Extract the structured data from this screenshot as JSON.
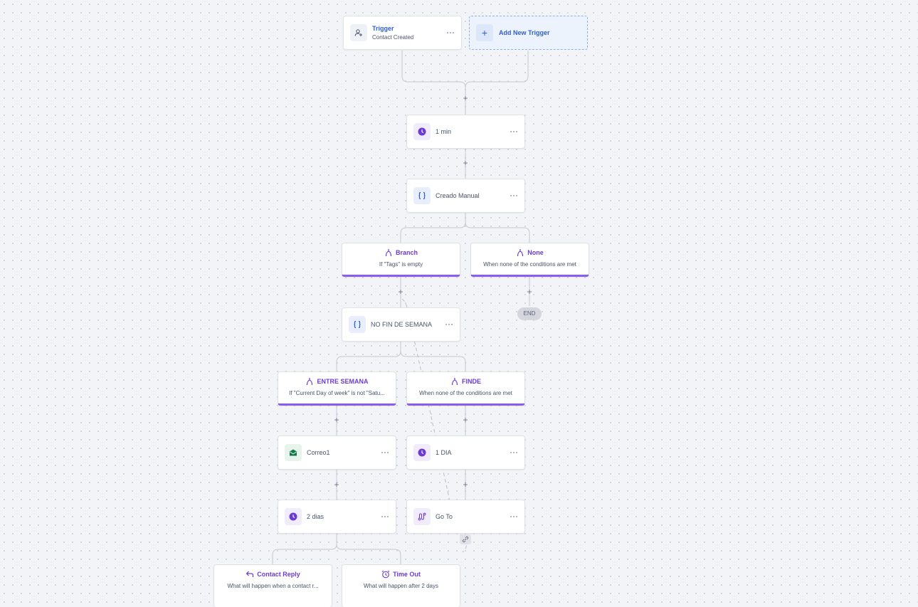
{
  "trigger": {
    "title": "Trigger",
    "subtitle": "Contact Created",
    "icon": "user-plus-icon"
  },
  "add_trigger": {
    "label": "Add New Trigger",
    "icon": "plus-icon"
  },
  "plus_symbol": "+",
  "steps": {
    "wait_1": {
      "label": "1 min",
      "icon": "clock-icon"
    },
    "if_else_1": {
      "label": "Creado Manual",
      "icon": "braces-icon"
    },
    "branch": {
      "title": "Branch",
      "condition": "If \"Tags\" is empty"
    },
    "none": {
      "title": "None",
      "condition": "When none of the conditions are met"
    },
    "end": {
      "label": "END"
    },
    "if_else_2": {
      "label": "NO FIN DE SEMANA",
      "icon": "braces-icon"
    },
    "entre_semana": {
      "title": "ENTRE SEMANA",
      "condition": "If \"Current Day of week\" is not \"Satu..."
    },
    "finde": {
      "title": "FINDE",
      "condition": "When none of the conditions are met"
    },
    "email_1": {
      "label": "Correo1",
      "icon": "envelope-icon"
    },
    "wait_2": {
      "label": "1 DIA",
      "icon": "clock-icon"
    },
    "wait_3": {
      "label": "2 dias",
      "icon": "clock-icon"
    },
    "goto": {
      "label": "Go To",
      "icon": "route-icon"
    },
    "contact_reply": {
      "title": "Contact Reply",
      "condition": "What will happen when a contact r..."
    },
    "time_out": {
      "title": "Time Out",
      "condition": "What will happen after 2 days"
    }
  },
  "colors": {
    "accent_purple": "#6c3bd4",
    "branch_border": "#8a5cf0",
    "trigger_blue": "#2f5fd0",
    "email_green": "#0f7a48"
  }
}
